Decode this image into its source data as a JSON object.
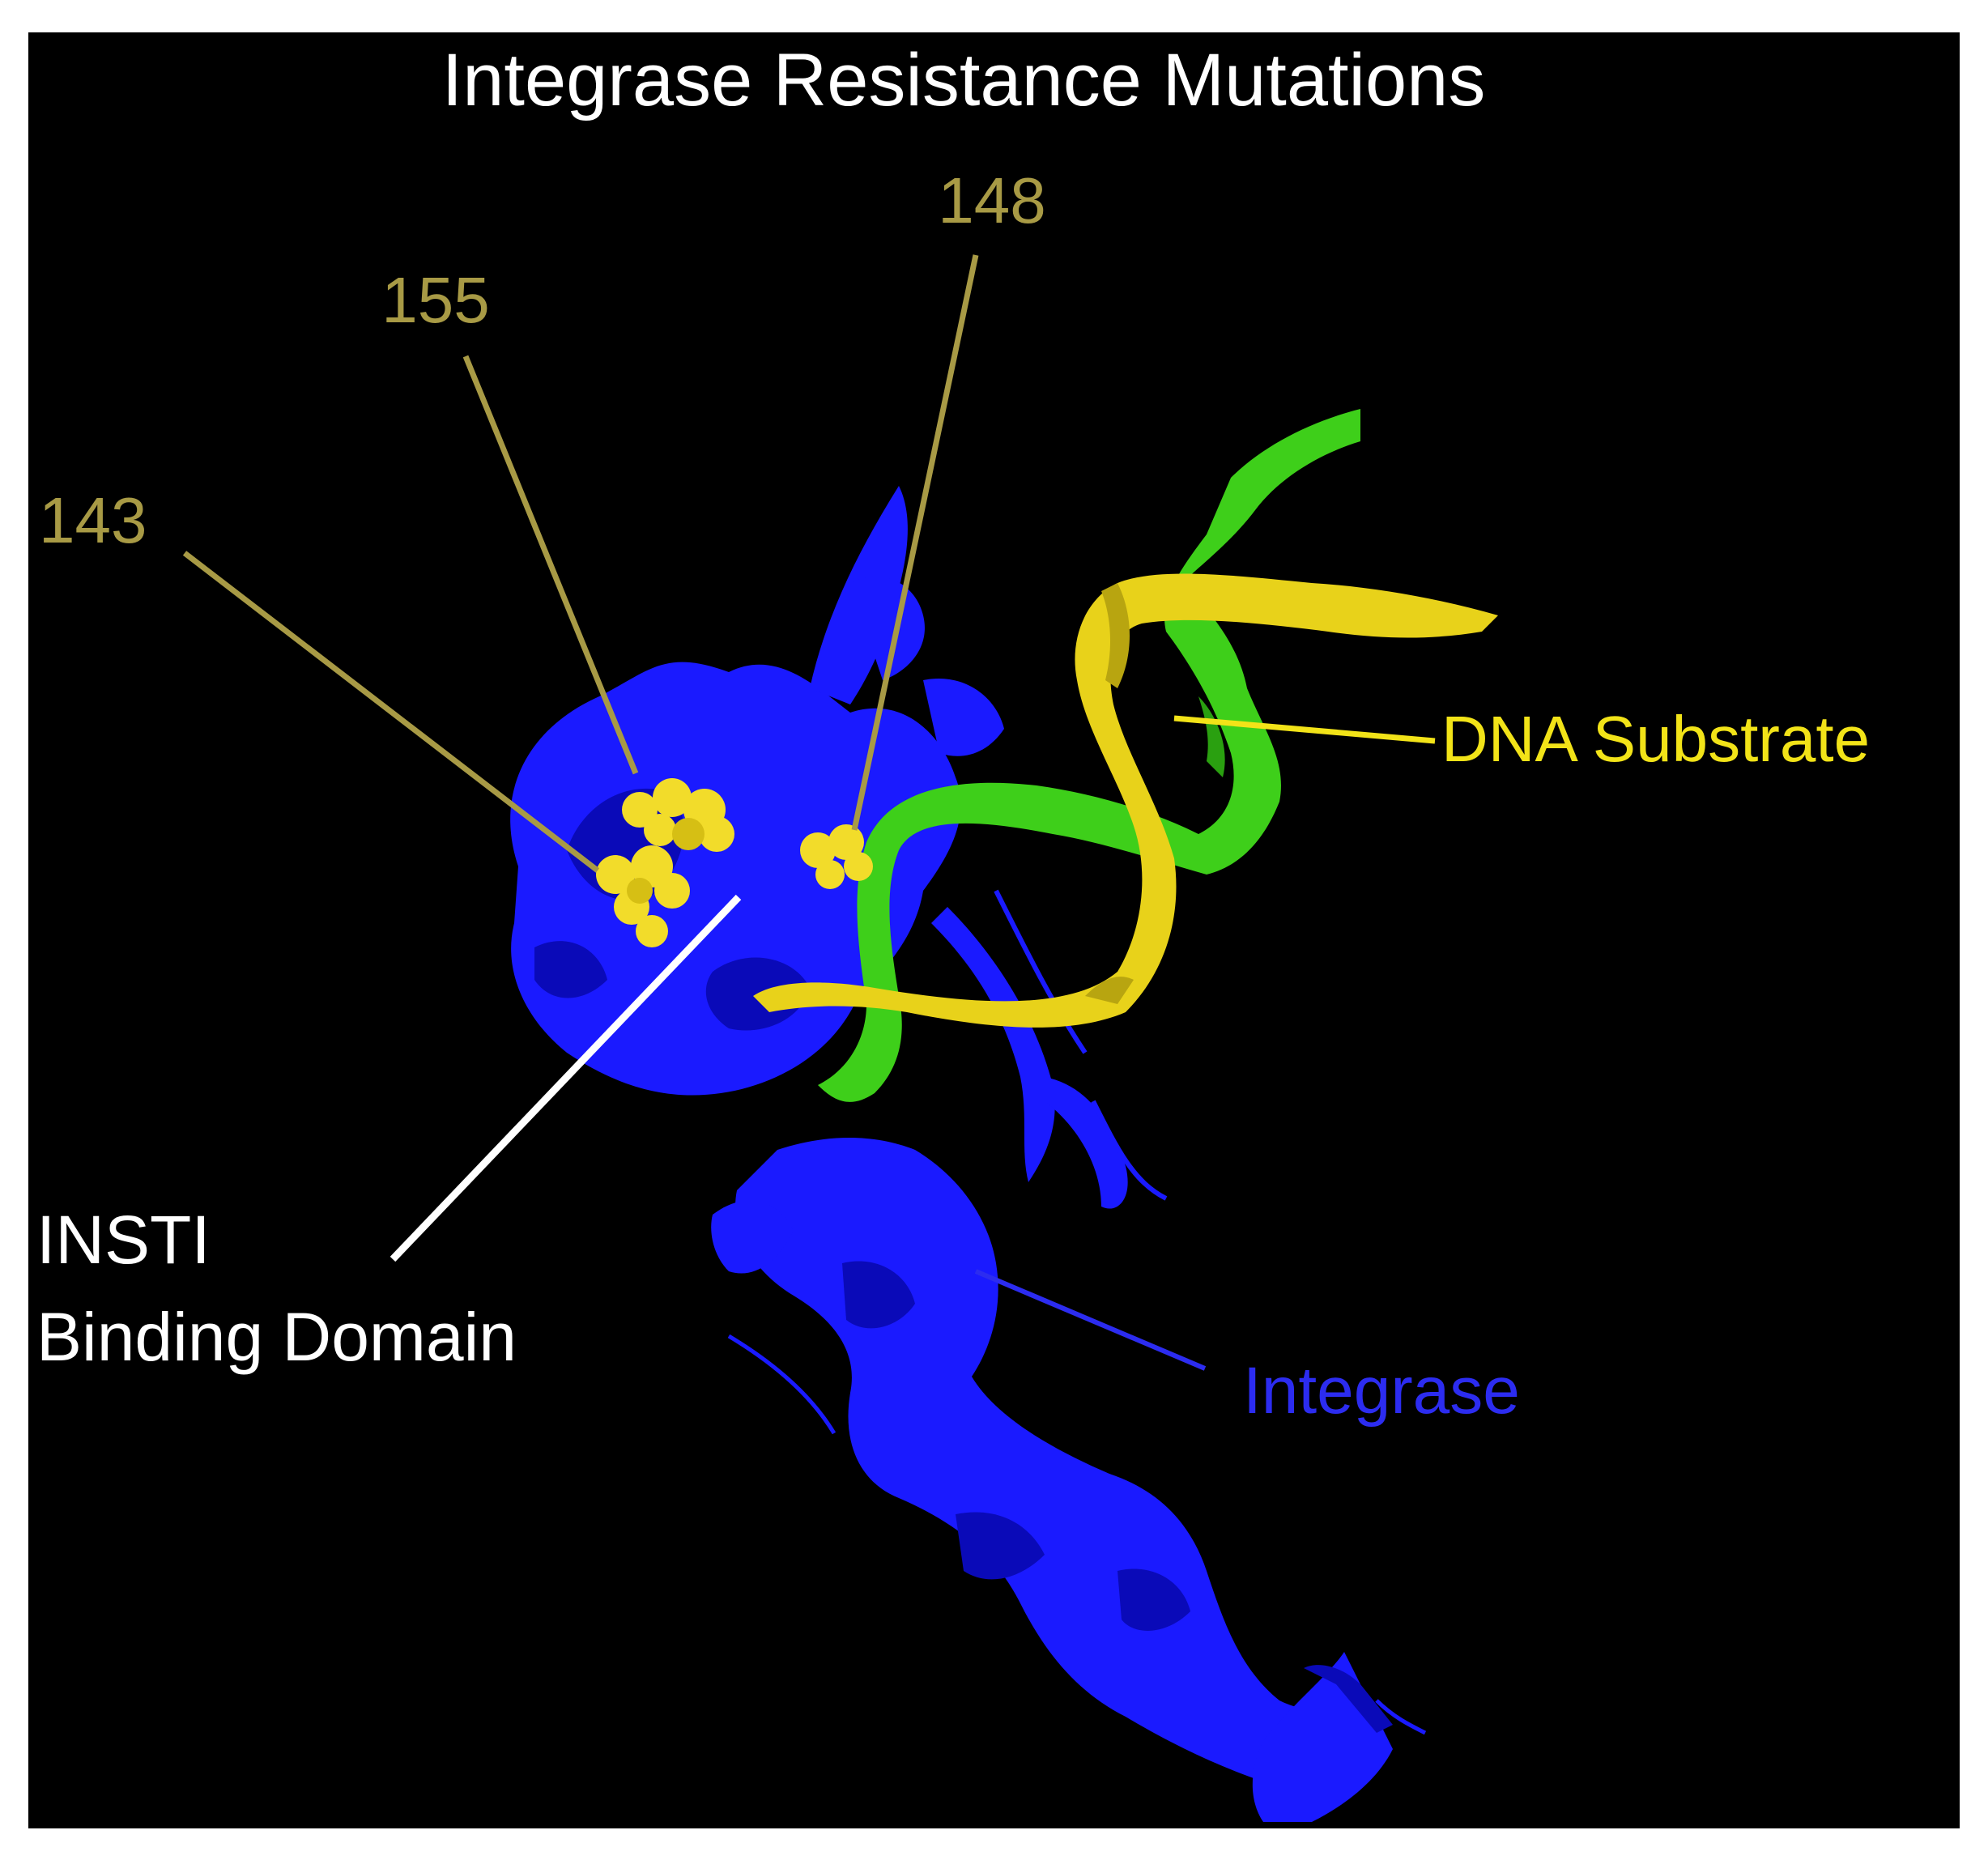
{
  "colors": {
    "background": "#000000",
    "integrase": "#1a1aff",
    "integrase_dark": "#0a0ab8",
    "dna_strand_yellow": "#e8d21a",
    "dna_strand_green": "#3ecf1a",
    "residue_spheres": "#f2dc2a",
    "residue_labels": "#a89a45",
    "insti_label": "#ffffff",
    "dna_label": "#f2e318",
    "integrase_label": "#2c2cf0"
  },
  "icons": {
    "protein": "ribbon-structure",
    "residues": "space-filling-spheres"
  },
  "labels": {
    "title": "Integrase Resistance Mutations",
    "residue_148": "148",
    "residue_155": "155",
    "residue_143": "143",
    "dna_substrate": "DNA Substrate",
    "insti_line1": "INSTI",
    "insti_line2": "Binding Domain",
    "integrase": "Integrase"
  }
}
